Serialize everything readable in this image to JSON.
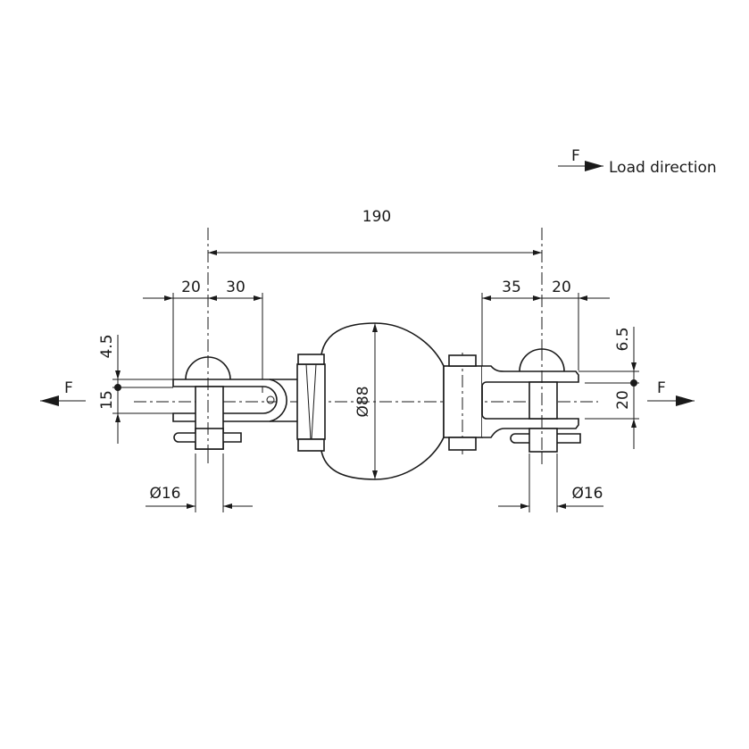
{
  "legend": {
    "force_symbol": "F",
    "label": "Load direction"
  },
  "dimensions": {
    "overall_length": "190",
    "left_jaw_depth": "20",
    "left_jaw_length": "30",
    "right_jaw_length": "35",
    "right_jaw_depth": "20",
    "left_offset": "4.5",
    "left_jaw_opening": "15",
    "right_offset": "6.5",
    "right_jaw_opening": "20",
    "body_diameter": "Ø88",
    "left_pin_diameter": "Ø16",
    "right_pin_diameter": "Ø16"
  },
  "forces": {
    "left": "F",
    "right": "F"
  },
  "colors": {
    "line": "#1a1a1a",
    "background": "#ffffff"
  }
}
